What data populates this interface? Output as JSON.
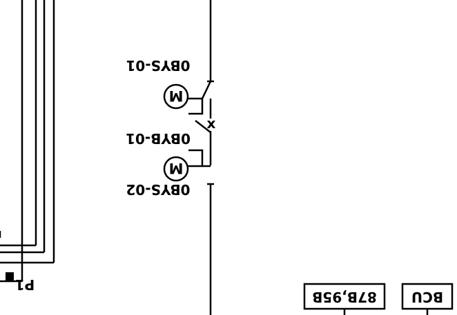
{
  "diagram": {
    "labels": {
      "switch_upper": "0BYS-01",
      "breaker": "0BYB-01",
      "switch_lower": "0BYS-02",
      "point": "P1"
    },
    "motor_symbol": "M",
    "open_contact_mark": "x",
    "relay_boxes": {
      "protection": "87B,95B",
      "bcu": "BCU"
    }
  }
}
